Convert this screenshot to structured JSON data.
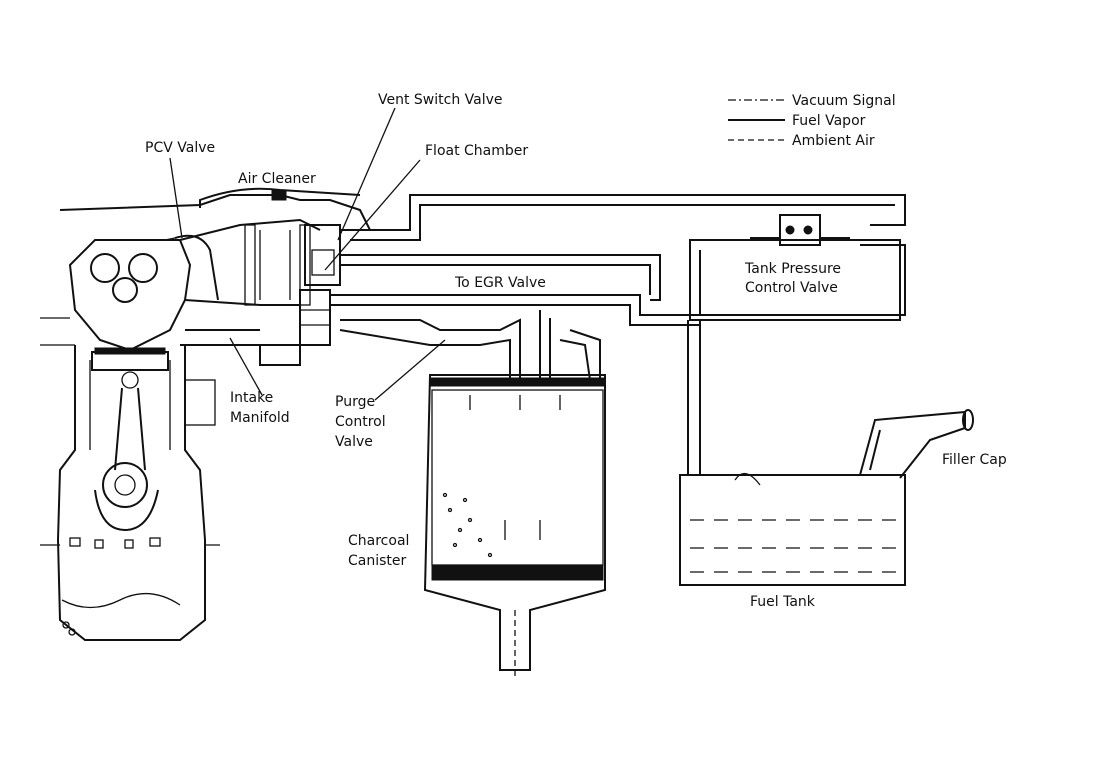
{
  "labels": {
    "vent_switch_valve": "Vent Switch Valve",
    "pcv_valve": "PCV Valve",
    "float_chamber": "Float Chamber",
    "air_cleaner": "Air Cleaner",
    "to_egr_valve": "To EGR Valve",
    "tank_pressure_line1": "Tank Pressure",
    "tank_pressure_line2": "Control Valve",
    "intake_line1": "Intake",
    "intake_line2": "Manifold",
    "purge_line1": "Purge",
    "purge_line2": "Control",
    "purge_line3": "Valve",
    "charcoal_line1": "Charcoal",
    "charcoal_line2": "Canister",
    "filler_cap": "Filler Cap",
    "fuel_tank": "Fuel Tank"
  },
  "legend": [
    {
      "label": "Vacuum Signal",
      "style": "dash-dot"
    },
    {
      "label": "Fuel Vapor",
      "style": "solid"
    },
    {
      "label": "Ambient Air",
      "style": "dashed"
    }
  ]
}
